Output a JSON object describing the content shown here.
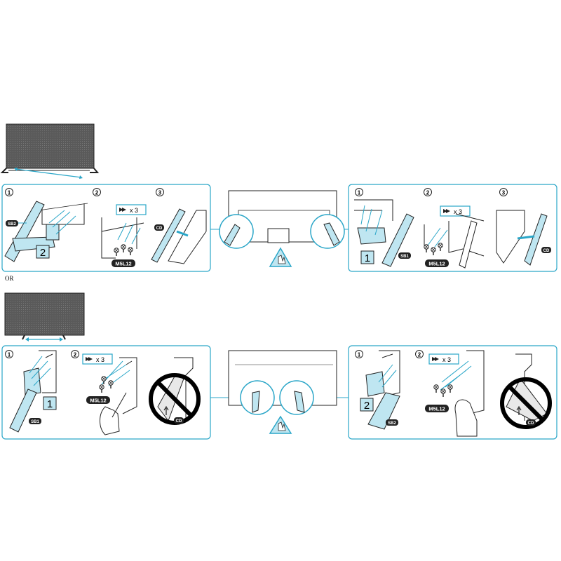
{
  "separator": {
    "text": "OR"
  },
  "colors": {
    "accent": "#2aa6c8",
    "part_fill": "#bfe6f1",
    "line": "#222222",
    "prohibit": "#000000"
  },
  "screw": {
    "code": "M5L12",
    "count_text": "x 3"
  },
  "parts": {
    "bracket_left": "SB2",
    "bracket_right": "SB1",
    "cover": "CD"
  },
  "steps": {
    "one": "1",
    "two": "2",
    "three": "3"
  },
  "option_a": {
    "left_panel": {
      "steps": [
        "1",
        "2",
        "3"
      ],
      "bracket_label": "SB2",
      "marker": "2",
      "screw_code": "M5L12",
      "count_text": "x 3",
      "cover_label": "CD"
    },
    "right_panel": {
      "steps": [
        "1",
        "2",
        "3"
      ],
      "bracket_label": "SB1",
      "marker": "1",
      "screw_code": "M5L12",
      "count_text": "x 3",
      "cover_label": "CD"
    }
  },
  "option_b": {
    "left_panel": {
      "steps": [
        "1",
        "2"
      ],
      "bracket_label": "SB1",
      "marker": "1",
      "screw_code": "M5L12",
      "count_text": "x 3",
      "cover_label": "CD"
    },
    "right_panel": {
      "steps": [
        "1",
        "2"
      ],
      "bracket_label": "SB2",
      "marker": "2",
      "screw_code": "M5L12",
      "count_text": "x 3",
      "cover_label": "CD"
    }
  },
  "icons": [
    "tv-wide-stand-icon",
    "tv-narrow-stand-icon",
    "caution-hand-icon",
    "prohibited-icon",
    "arrow-right-icon",
    "screw-icon"
  ]
}
